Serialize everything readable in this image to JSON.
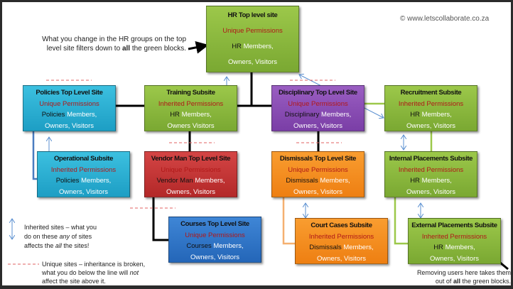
{
  "copyright": "© www.letscollaborate.co.za",
  "notes": {
    "top": "What you change in the HR groups on the top level site filters down to all the green blocks.",
    "top_a": "What you change in the HR groups on the top",
    "top_b": "level site filters down to ",
    "top_bold": "all",
    "top_c": " the green blocks.",
    "inherited_a": "Inherited sites – what you",
    "inherited_b": "do on these ",
    "inherited_any": "any",
    "inherited_c": " of sites",
    "inherited_d": "affects the ",
    "inherited_all": "all",
    "inherited_e": " the sites!",
    "unique_a": "Unique sites – inheritance is broken,",
    "unique_b": "what you do below the line will ",
    "unique_not": "not",
    "unique_c": "affect the site above it.",
    "remove_a": "Removing users here takes them",
    "remove_b": "out of ",
    "remove_all": "all",
    "remove_c": " the green blocks."
  },
  "sites": [
    {
      "id": "hr",
      "title": "HR Top level site",
      "perm": "Unique Permissions",
      "group": "HR",
      "members": "Members,",
      "owners": "Owners, Visitors"
    },
    {
      "id": "policies",
      "title": "Policies Top Level Site",
      "perm": "Unique Permissions",
      "group": "Policies",
      "members": "Members,",
      "owners": "Owners, Visitors"
    },
    {
      "id": "training",
      "title": "Training Subsite",
      "perm": "Inherited Permissions",
      "group": "HR",
      "members": "Members,",
      "owners": "Owners Visitors"
    },
    {
      "id": "disciplinary",
      "title": "Disciplinary Top Level Site",
      "perm": "Unique Permissions",
      "group": "Disciplinary",
      "members": "Members,",
      "owners": "Owners, Visitors"
    },
    {
      "id": "recruitment",
      "title": "Recruitment Subsite",
      "perm": "Inherited Permissions",
      "group": "HR",
      "members": "Members,",
      "owners": "Owners, Visitors"
    },
    {
      "id": "operational",
      "title": "Operational Subsite",
      "perm": "Inherited Permissions",
      "group": "Policies",
      "members": "Members,",
      "owners": "Owners, Visitors"
    },
    {
      "id": "vendor",
      "title": "Vendor Man Top Level Site",
      "perm": "Unique Permissions",
      "group": "Vendor Man",
      "members": "Members,",
      "owners": "Owners, Visitors"
    },
    {
      "id": "dismissals",
      "title": "Dismissals Top Level Site",
      "perm": "Unique Permissions",
      "group": "Dismissals",
      "members": "Members,",
      "owners": "Owners, Visitors"
    },
    {
      "id": "internal",
      "title": "Internal Placements Subsite",
      "perm": "Inherited Permissions",
      "group": "HR",
      "members": "Members,",
      "owners": "Owners, Visitors"
    },
    {
      "id": "courses",
      "title": "Courses Top Level Site",
      "perm": "Unique Permissions",
      "group": "Courses",
      "members": "Members,",
      "owners": "Owners, Visitors"
    },
    {
      "id": "court",
      "title": "Court Cases Subsite",
      "perm": "Inherited Permissions",
      "group": "Dismissals",
      "members": "Members,",
      "owners": "Owners, Visitors"
    },
    {
      "id": "external",
      "title": "External Placements Subsite",
      "perm": "Inherited Permissions",
      "group": "HR",
      "members": "Members,",
      "owners": "Owners, Visitors"
    }
  ]
}
